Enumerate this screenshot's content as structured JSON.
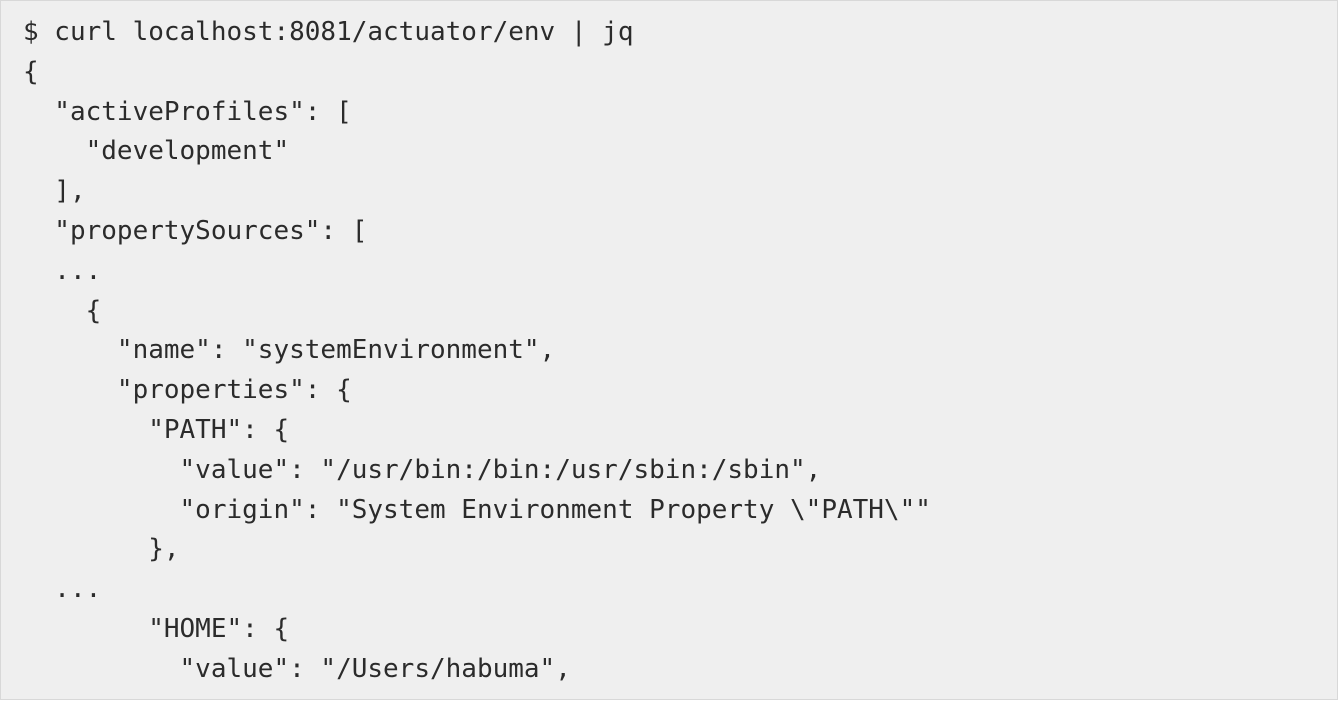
{
  "code_block": {
    "lines": [
      "$ curl localhost:8081/actuator/env | jq",
      "{",
      "  \"activeProfiles\": [",
      "    \"development\"",
      "  ],",
      "  \"propertySources\": [",
      "  ...",
      "    {",
      "      \"name\": \"systemEnvironment\",",
      "      \"properties\": {",
      "        \"PATH\": {",
      "          \"value\": \"/usr/bin:/bin:/usr/sbin:/sbin\",",
      "          \"origin\": \"System Environment Property \\\"PATH\\\"\"",
      "        },",
      "  ...",
      "        \"HOME\": {",
      "          \"value\": \"/Users/habuma\","
    ]
  }
}
